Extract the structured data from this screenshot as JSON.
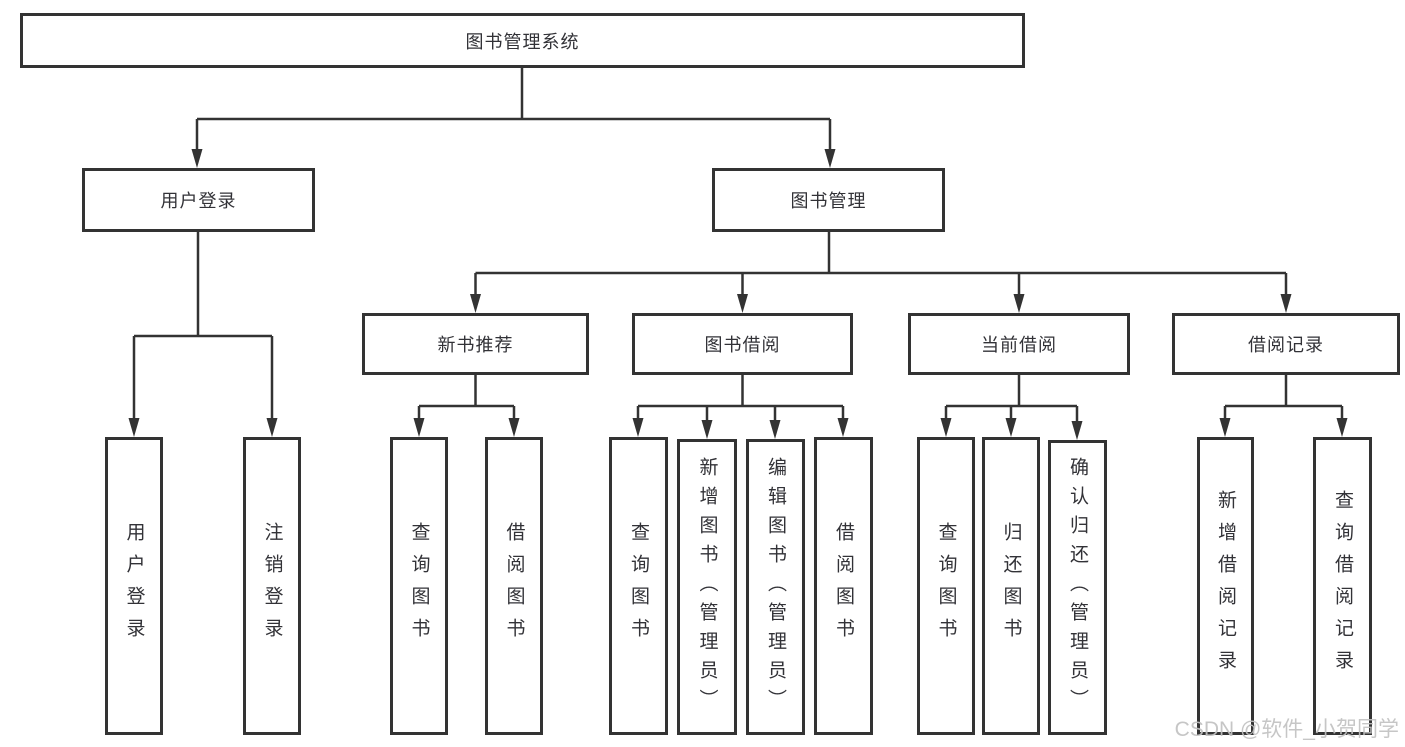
{
  "tree": {
    "label": "图书管理系统",
    "children": [
      {
        "label": "用户登录",
        "children": [
          {
            "label": "用户登录"
          },
          {
            "label": "注销登录"
          }
        ]
      },
      {
        "label": "图书管理",
        "children": [
          {
            "label": "新书推荐",
            "children": [
              {
                "label": "查询图书"
              },
              {
                "label": "借阅图书"
              }
            ]
          },
          {
            "label": "图书借阅",
            "children": [
              {
                "label": "查询图书"
              },
              {
                "label": "新增图书（管理员）"
              },
              {
                "label": "编辑图书（管理员）"
              },
              {
                "label": "借阅图书"
              }
            ]
          },
          {
            "label": "当前借阅",
            "children": [
              {
                "label": "查询图书"
              },
              {
                "label": "归还图书"
              },
              {
                "label": "确认归还（管理员）"
              }
            ]
          },
          {
            "label": "借阅记录",
            "children": [
              {
                "label": "新增借阅记录"
              },
              {
                "label": "查询借阅记录"
              }
            ]
          }
        ]
      }
    ]
  },
  "watermark": {
    "text": "CSDN @软件_小贺同学"
  },
  "colors": {
    "line": "#333333",
    "box_border": "#333333",
    "text": "#323237",
    "watermark": "#c1c1c1",
    "background": "#ffffff"
  }
}
